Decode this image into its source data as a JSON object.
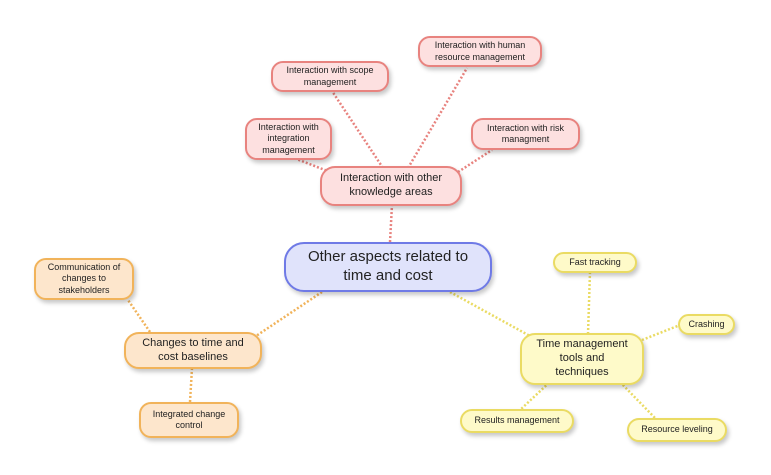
{
  "central": {
    "label": "Other aspects related to\ntime and cost"
  },
  "knowledge": {
    "label": "Interaction with other\nknowledge areas",
    "children": [
      {
        "label": "Interaction with scope\nmanagement"
      },
      {
        "label": "Interaction with human\nresource management"
      },
      {
        "label": "Interaction with\nintegration\nmanagement"
      },
      {
        "label": "Interaction with risk\nmanagment"
      }
    ]
  },
  "baselines": {
    "label": "Changes to time and\ncost baselines",
    "children": [
      {
        "label": "Communication of\nchanges to\nstakeholders"
      },
      {
        "label": "Integrated change\ncontrol"
      }
    ]
  },
  "tools": {
    "label": "Time management\ntools and\ntechniques",
    "children": [
      {
        "label": "Fast tracking"
      },
      {
        "label": "Crashing"
      },
      {
        "label": "Results management"
      },
      {
        "label": "Resource leveling"
      }
    ]
  },
  "colors": {
    "red": "#e8837f",
    "orange": "#f1b35a",
    "yellow": "#eadb63",
    "blue": "#6f7ae6"
  }
}
